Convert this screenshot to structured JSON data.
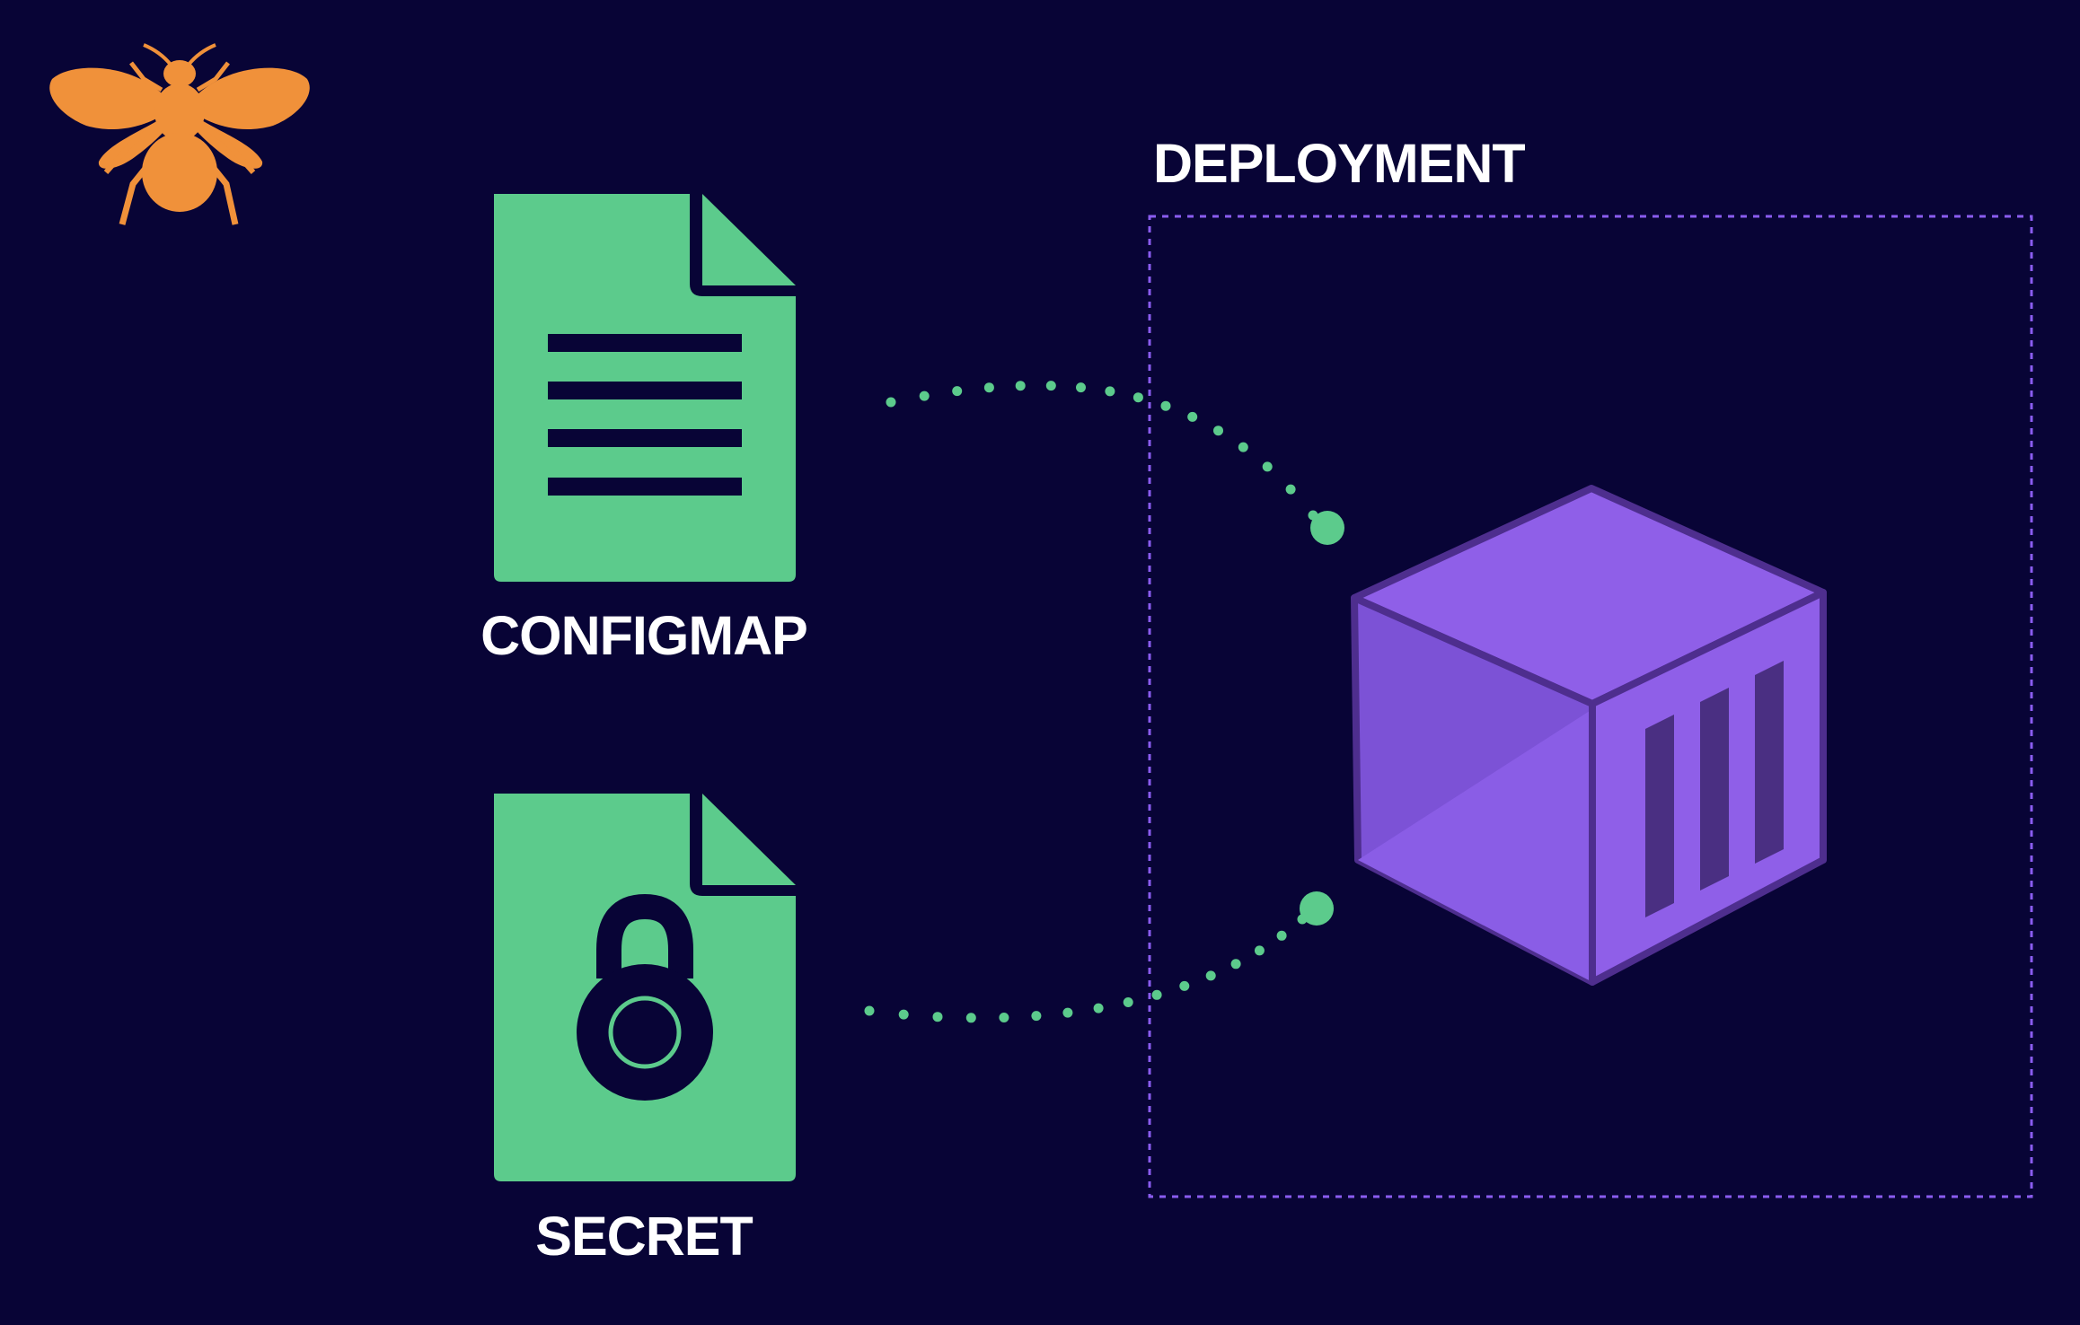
{
  "labels": {
    "deployment": "DEPLOYMENT",
    "configmap": "CONFIGMAP",
    "secret": "SECRET"
  },
  "icons": {
    "logo": "bee-logo-icon",
    "configmap": "document-icon",
    "secret": "locked-document-icon",
    "container": "container-icon"
  },
  "colors": {
    "background": "#080436",
    "logo": "#f0913a",
    "document": "#5ccb8c",
    "connector": "#5ccb8c",
    "deployment_border": "#8a5cf0",
    "container": "#8f5fe8"
  }
}
